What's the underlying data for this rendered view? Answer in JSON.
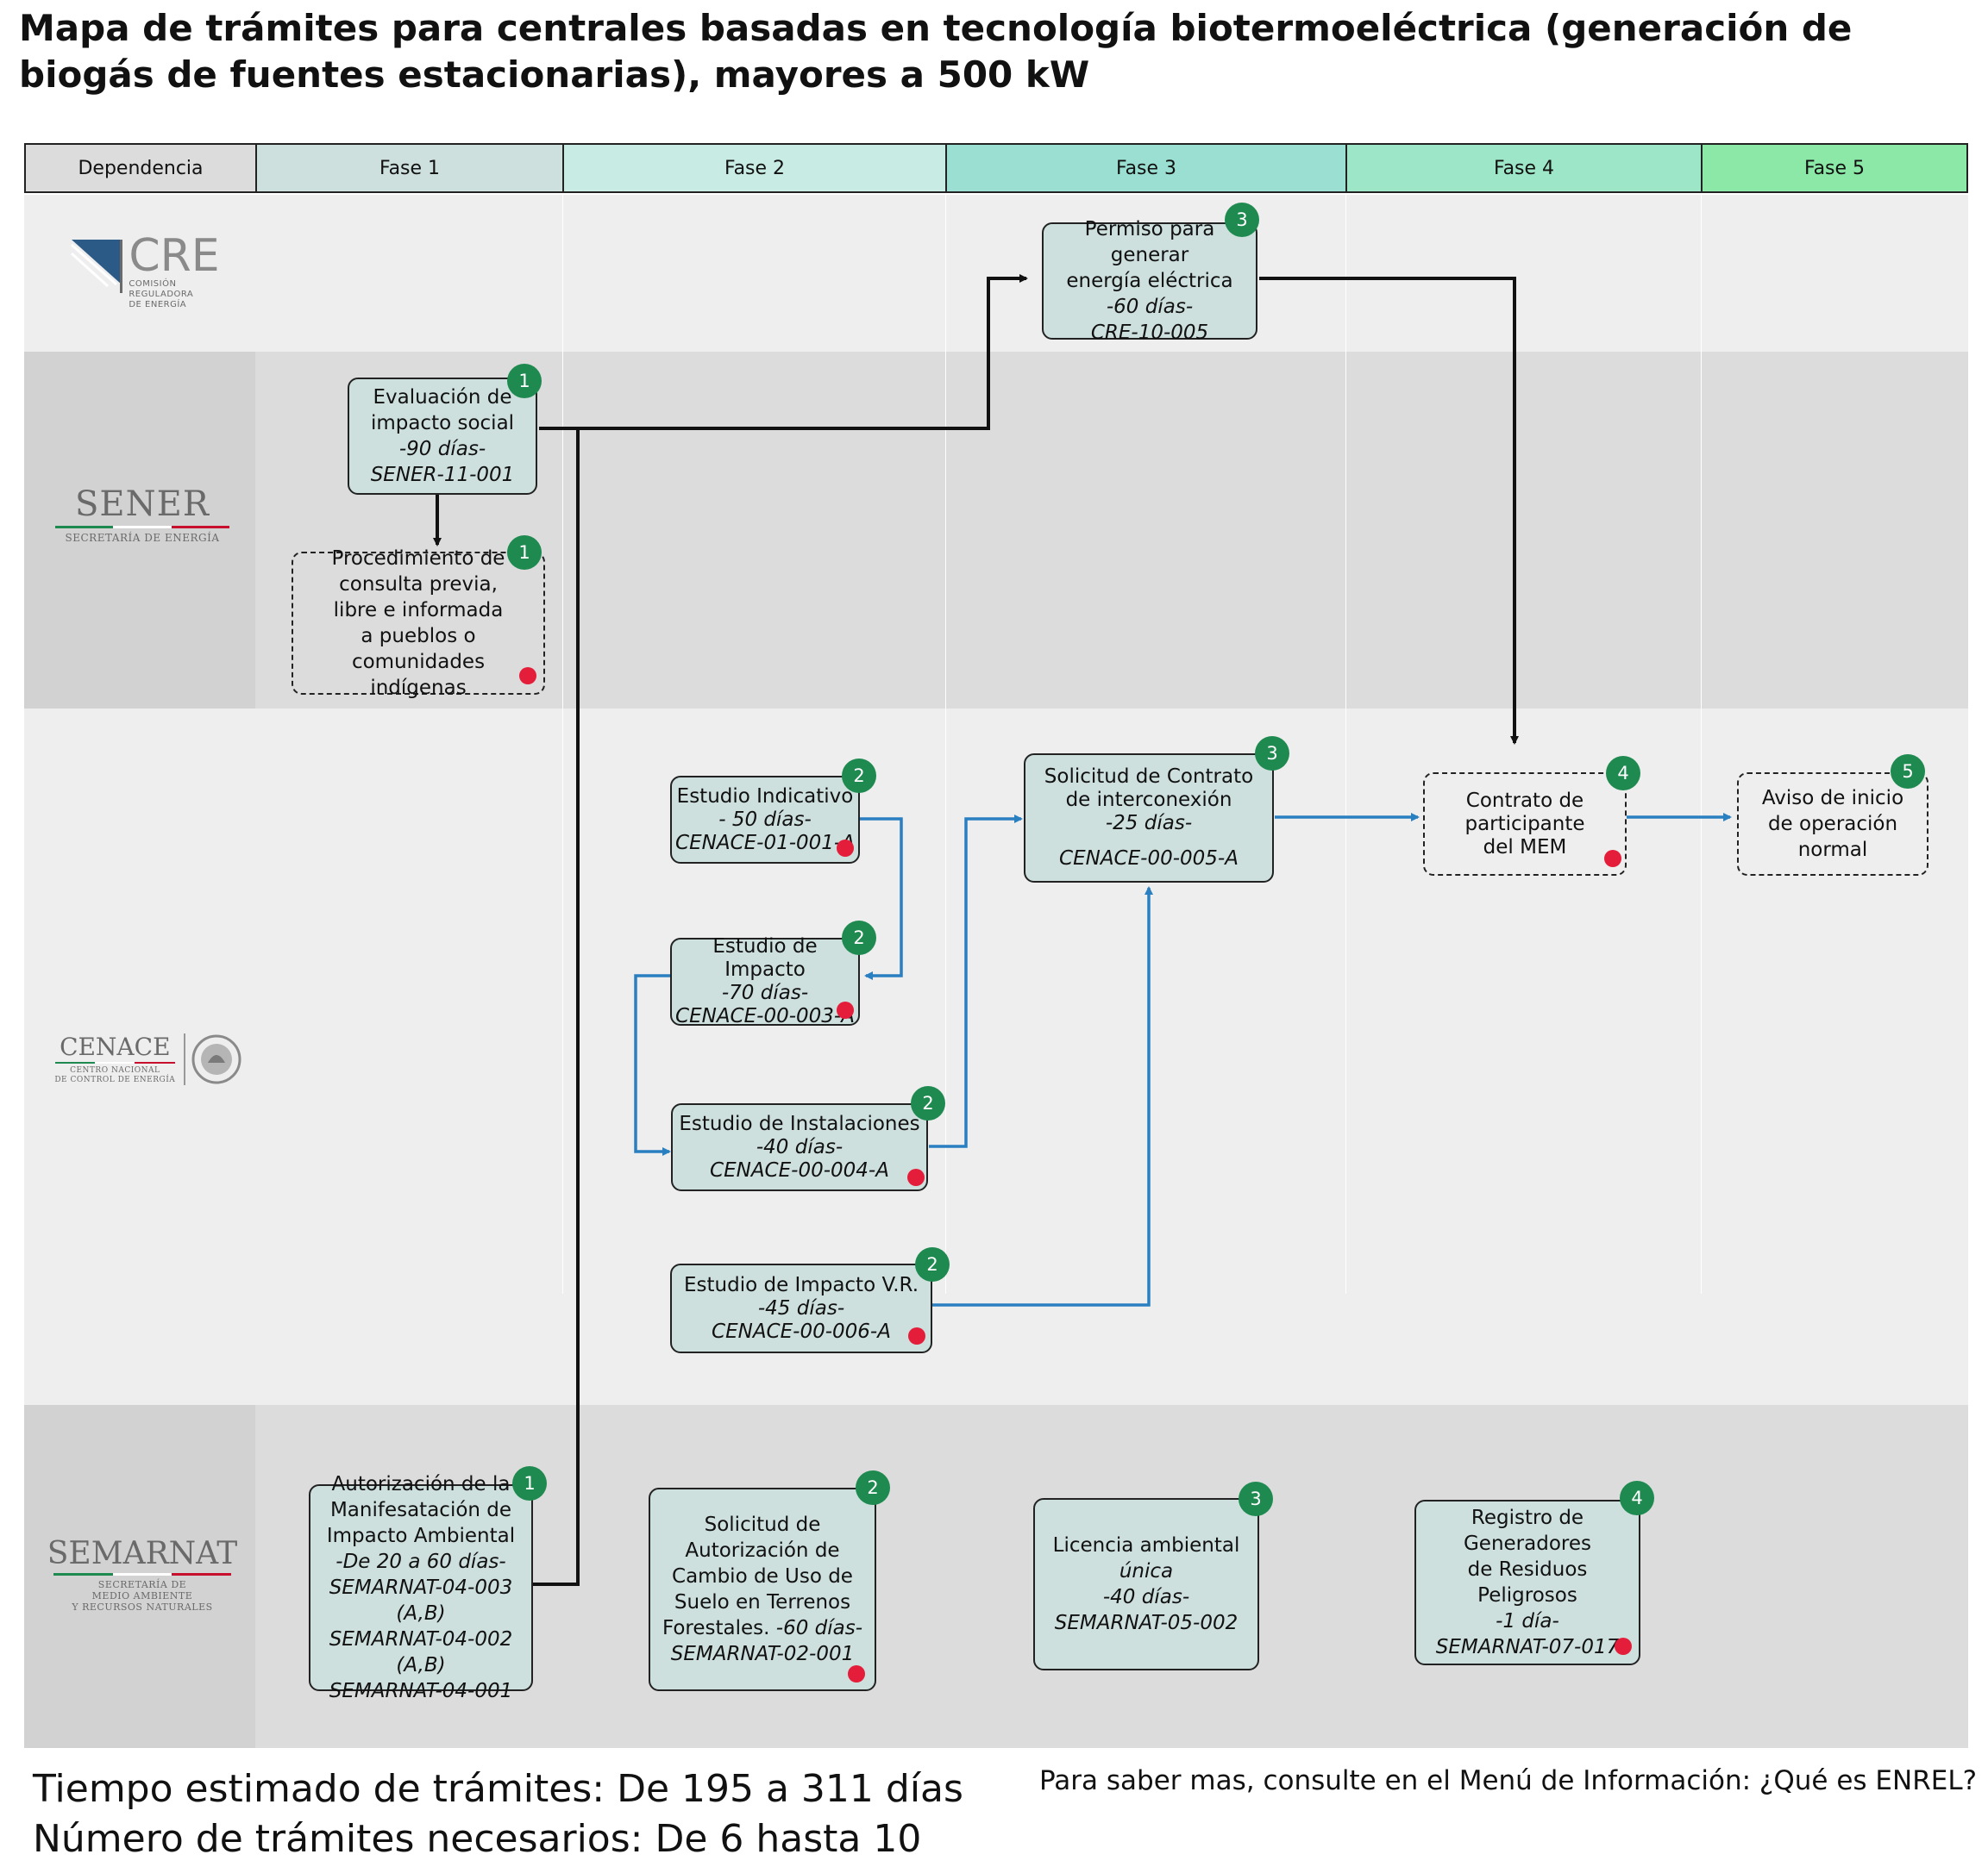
{
  "title": "Mapa de trámites para centrales basadas en tecnología biotermoeléctrica (generación de biogás de fuentes estacionarias), mayores a 500 kW",
  "header": {
    "dependencia": "Dependencia",
    "fases": [
      "Fase 1",
      "Fase 2",
      "Fase 3",
      "Fase 4",
      "Fase 5"
    ]
  },
  "logos": {
    "cre": {
      "name": "CRE",
      "sub": [
        "COMISIÓN",
        "REGULADORA",
        "DE ENERGÍA"
      ]
    },
    "sener": {
      "name": "SENER",
      "sub": "SECRETARÍA DE ENERGÍA"
    },
    "cenace": {
      "name": "CENACE",
      "sub": [
        "CENTRO NACIONAL",
        "DE CONTROL DE ENERGÍA"
      ]
    },
    "semarnat": {
      "name": "SEMARNAT",
      "sub": [
        "SECRETARÍA DE",
        "MEDIO AMBIENTE",
        "Y RECURSOS NATURALES"
      ]
    }
  },
  "boxes": {
    "cre_permiso": {
      "num": "3",
      "lines": [
        "Permiso para generar",
        "energía eléctrica"
      ],
      "dias": "-60 días-",
      "code": "CRE-10-005"
    },
    "sener_eval": {
      "num": "1",
      "lines": [
        "Evaluación de",
        "impacto social"
      ],
      "dias": "-90 días-",
      "code": "SENER-11-001"
    },
    "sener_consulta": {
      "num": "1",
      "lines": [
        "Procedimiento de",
        "consulta previa,",
        "libre e informada",
        "a pueblos o comunidades",
        "indígenas"
      ]
    },
    "cen_indicativo": {
      "num": "2",
      "lines": [
        "Estudio Indicativo"
      ],
      "dias": "- 50 días-",
      "code": "CENACE-01-001-A"
    },
    "cen_impacto": {
      "num": "2",
      "lines": [
        "Estudio de Impacto"
      ],
      "dias": "-70 días-",
      "code": "CENACE-00-003-A"
    },
    "cen_instalaciones": {
      "num": "2",
      "lines": [
        "Estudio de Instalaciones"
      ],
      "dias": "-40 días-",
      "code": "CENACE-00-004-A"
    },
    "cen_vr": {
      "num": "2",
      "lines": [
        "Estudio de Impacto V.R."
      ],
      "dias": "-45 días-",
      "code": "CENACE-00-006-A"
    },
    "cen_solicitud": {
      "num": "3",
      "lines": [
        "Solicitud de Contrato",
        "de interconexión"
      ],
      "dias": "-25 días-",
      "code": "CENACE-00-005-A"
    },
    "cen_contrato": {
      "num": "4",
      "lines": [
        "Contrato de",
        "participante",
        "del MEM"
      ]
    },
    "cen_aviso": {
      "num": "5",
      "lines": [
        "Aviso de inicio",
        "de operación",
        "normal"
      ]
    },
    "sem_mia": {
      "num": "1",
      "lines": [
        "Autorización de la",
        "Manifesatación de",
        "Impacto Ambiental"
      ],
      "dias": "-De 20 a 60 días-",
      "codes": [
        "SEMARNAT-04-003 (A,B)",
        "SEMARNAT-04-002 (A,B)",
        "SEMARNAT-04-001"
      ]
    },
    "sem_cambio": {
      "num": "2",
      "lines": [
        "Solicitud de",
        "Autorización de",
        "Cambio de Uso de",
        "Suelo en Terrenos"
      ],
      "last": "Forestales.",
      "dias": "-60 días-",
      "code": "SEMARNAT-02-001"
    },
    "sem_licencia": {
      "num": "3",
      "lines": [
        "Licencia ambiental"
      ],
      "unica": "única",
      "dias": "-40 días-",
      "code": "SEMARNAT-05-002"
    },
    "sem_residuos": {
      "num": "4",
      "lines": [
        "Registro de",
        "Generadores",
        "de Residuos Peligrosos"
      ],
      "dias": "-1 día-",
      "code": "SEMARNAT-07-017"
    }
  },
  "footer": {
    "tiempo": "Tiempo estimado de trámites: De 195 a 311 días",
    "numero": "Número de trámites necesarios: De 6 hasta 10",
    "info": "Para saber mas, consulte en el Menú de Información: ¿Qué es ENREL?"
  },
  "colors": {
    "fase1": "#cde0de",
    "fase2": "#c8ebe4",
    "fase3": "#9adfd2",
    "fase4": "#9ee6c8",
    "fase5": "#8ce8a6",
    "box": "#cde0de",
    "badge": "#1e8a50",
    "dot": "#e41e3a",
    "arrow_black": "#111111",
    "arrow_blue": "#2a7fc0"
  }
}
